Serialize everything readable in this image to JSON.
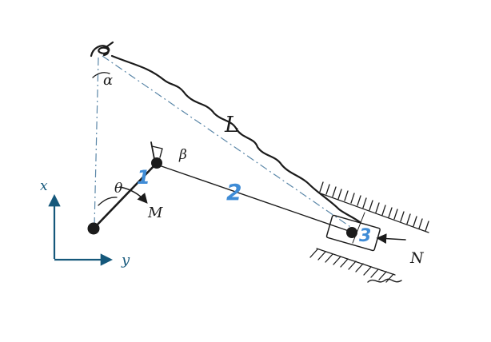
{
  "diagram": {
    "labels": {
      "alpha": "α",
      "beta": "β",
      "theta": "θ",
      "rope": "L",
      "moment": "M",
      "force": "N",
      "axis_x": "x",
      "axis_y": "y",
      "link1": "1",
      "link2": "2",
      "slider3": "3"
    },
    "colors": {
      "ink": "#1b1b1b",
      "marker_blue": "#3f8cd6",
      "axis": "#15587b",
      "dashdot": "#5b87a8"
    }
  }
}
